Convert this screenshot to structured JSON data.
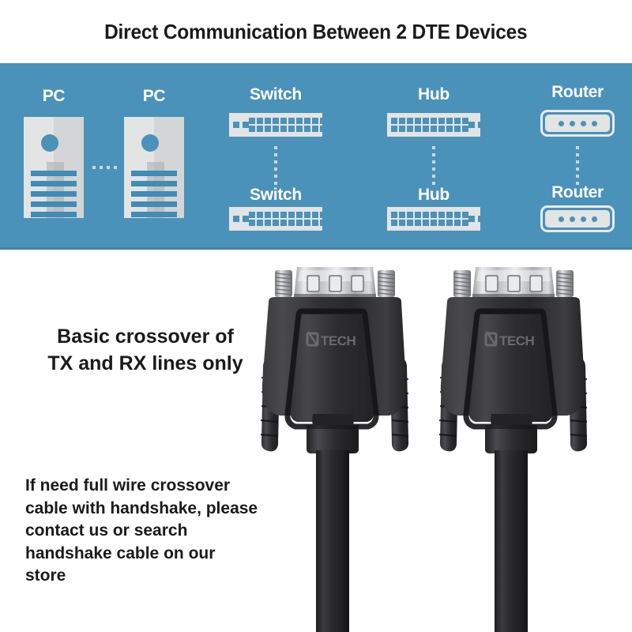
{
  "header": {
    "title": "Direct Communication Between 2 DTE Devices"
  },
  "diagram": {
    "background_color": "#4a92b9",
    "accent_color": "#3f8cb6",
    "device_fill_color": "#e3e4e4",
    "pairs": [
      {
        "id": "pc-pair",
        "label_top": "PC",
        "label_bottom": "PC",
        "orientation": "horizontal",
        "icon": "pc-tower-icon"
      },
      {
        "id": "switch-pair",
        "label_top": "Switch",
        "label_bottom": "Switch",
        "orientation": "vertical",
        "icon": "network-switch-icon"
      },
      {
        "id": "hub-pair",
        "label_top": "Hub",
        "label_bottom": "Hub",
        "orientation": "vertical",
        "icon": "network-hub-icon"
      },
      {
        "id": "router-pair",
        "label_top": "Router",
        "label_bottom": "Router",
        "orientation": "vertical",
        "icon": "router-icon"
      }
    ],
    "labels": {
      "pc_top": "PC",
      "pc_bottom": "PC",
      "switch_top": "Switch",
      "switch_bottom": "Switch",
      "hub_top": "Hub",
      "hub_bottom": "Hub",
      "router_top": "Router",
      "router_bottom": "Router"
    }
  },
  "callouts": {
    "basic": "Basic crossover of\nTX and RX lines only",
    "basic_line1": "Basic crossover of",
    "basic_line2": "TX and RX lines only",
    "handshake": "If need full wire crossover cable with handshake, please contact us or search handshake cable on our store",
    "handshake_line1": "If need full wire crossover",
    "handshake_line2": "cable with handshake, please",
    "handshake_line3": "contact us or search",
    "handshake_line4": "handshake cable on our",
    "handshake_line5": "store"
  },
  "product": {
    "brand": "DTECH",
    "brand_left": "DTECH",
    "brand_right": "DTECH",
    "connector_type": "DB9 serial connector",
    "body_color": "#2b2b2d",
    "shell_color": "#c9cacc",
    "cable_color": "#232325"
  }
}
